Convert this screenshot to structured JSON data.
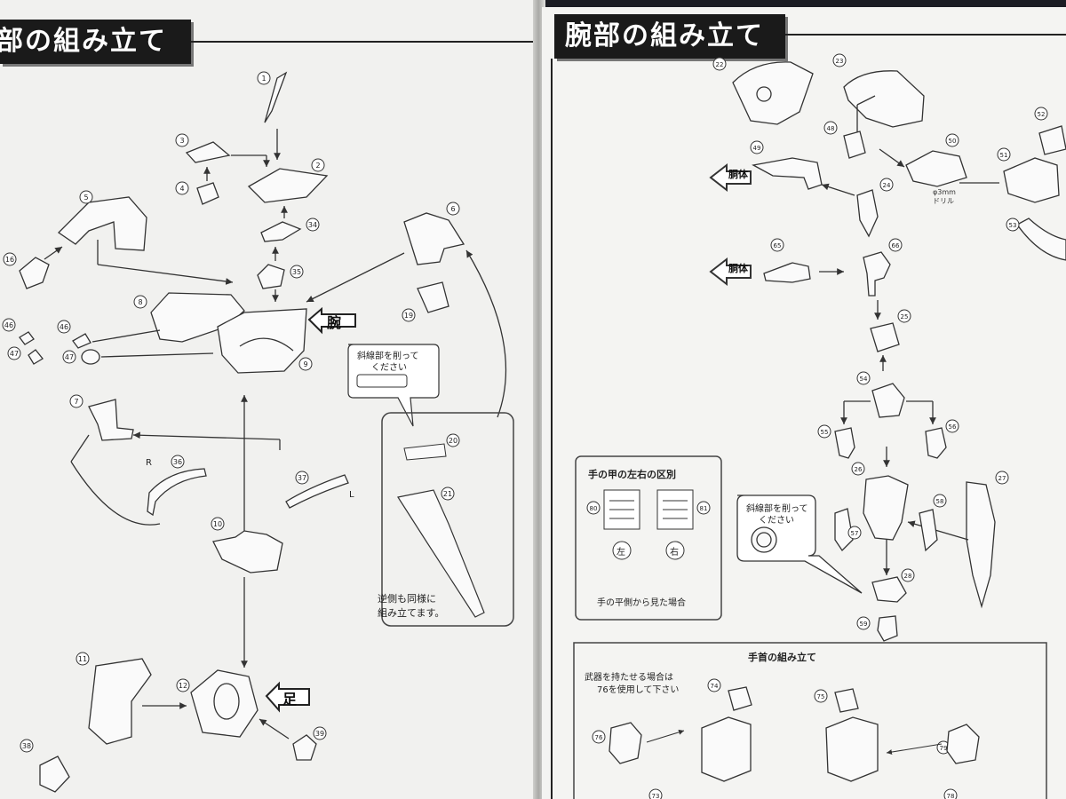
{
  "left_page": {
    "title": "部の組み立て",
    "callout_note": "斜線部を削って\nください",
    "callout_note_line1": "斜線部を削って",
    "callout_note_line2": "ください",
    "box_note_line1": "逆側も同様に",
    "box_note_line2": "組み立てます。",
    "tag_arm": "腕",
    "tag_leg": "足",
    "side_R": "R",
    "side_L": "L",
    "part_numbers": [
      "1",
      "2",
      "3",
      "4",
      "5",
      "6",
      "8",
      "9",
      "7",
      "10",
      "11",
      "12",
      "16",
      "19",
      "20",
      "21",
      "34",
      "35",
      "36",
      "37",
      "38",
      "39",
      "46",
      "46",
      "47",
      "47"
    ]
  },
  "right_page": {
    "title": "腕部の組み立て",
    "tag_body_1": "胴体",
    "tag_body_2": "胴体",
    "handwritten_note": "φ3mm\nドリル",
    "hand_box": {
      "title": "手の甲の左右の区別",
      "left_label": "左",
      "right_label": "右",
      "left_part": "80",
      "right_part": "81",
      "caption": "手の平側から見た場合"
    },
    "callout_note_line1": "斜線部を削って",
    "callout_note_line2": "ください",
    "wrist_box": {
      "title": "手首の組み立て",
      "note_line1": "武器を持たせる場合は",
      "note_line2": "76を使用して下さい"
    },
    "part_numbers": [
      "22",
      "23",
      "48",
      "49",
      "50",
      "51",
      "52",
      "53",
      "24",
      "65",
      "66",
      "25",
      "54",
      "55",
      "56",
      "26",
      "27",
      "57",
      "58",
      "28",
      "59",
      "74",
      "75",
      "76",
      "79",
      "78",
      "73"
    ]
  },
  "colors": {
    "ink": "#222222",
    "paper": "#f1f1ef",
    "title_bg": "#1a1a1a",
    "background": "#1c1d24"
  }
}
